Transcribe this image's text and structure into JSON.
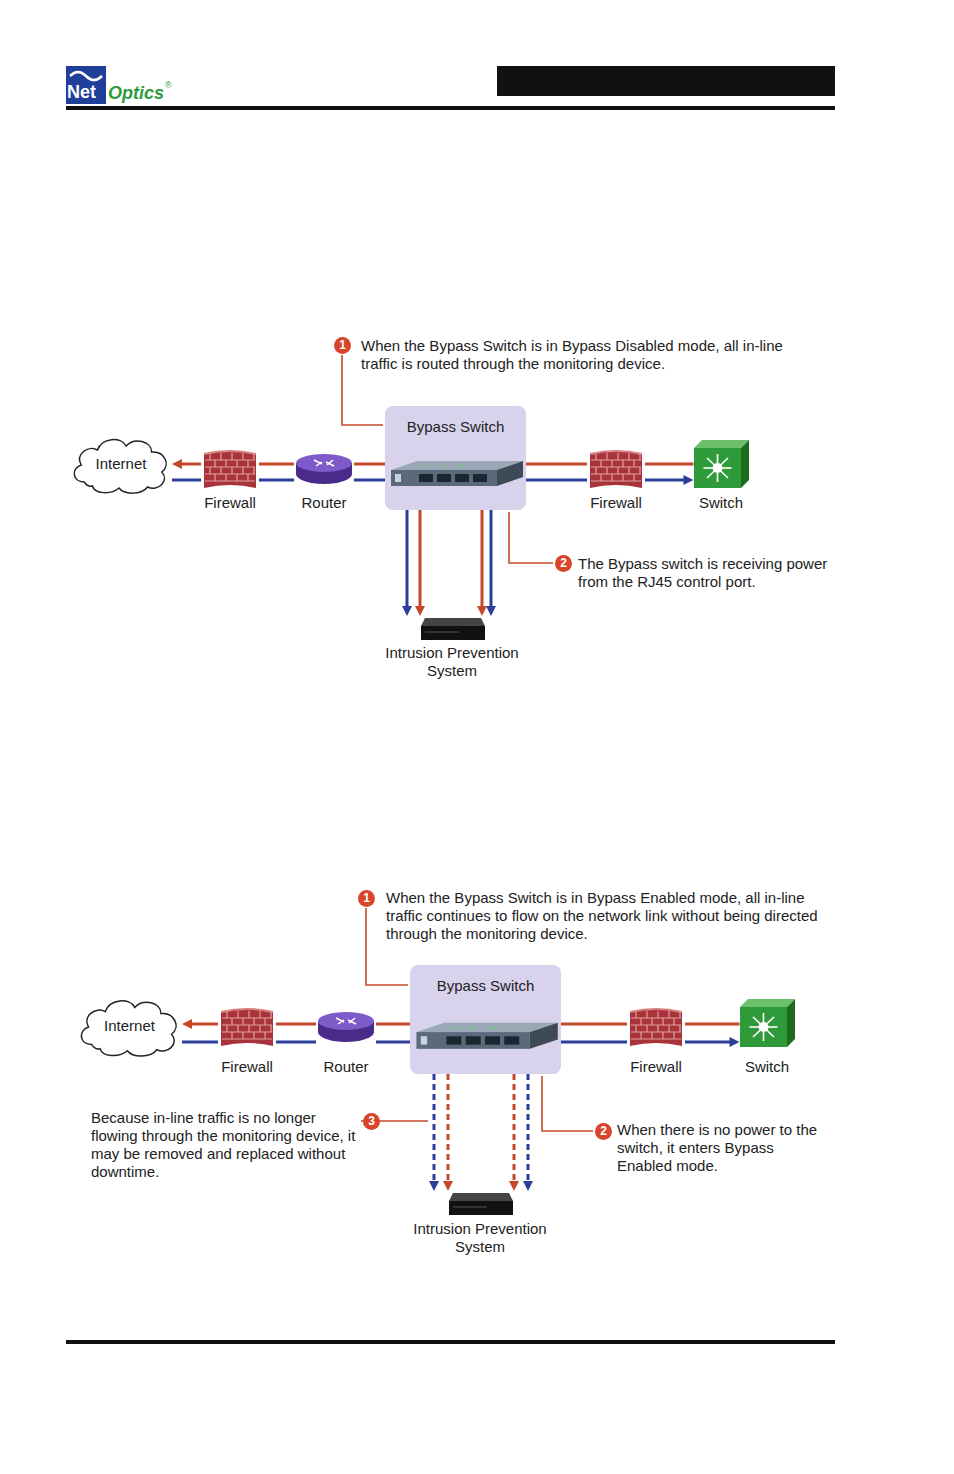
{
  "diagram": {
    "nodes": [
      {
        "text": [
          "Internet"
        ]
      },
      {
        "text": [
          "Firewall"
        ]
      },
      {
        "text": [
          "Router"
        ]
      },
      {
        "text": [
          "Bypass Switch"
        ]
      },
      {
        "text": [
          "Firewall"
        ]
      },
      {
        "text": [
          "Switch"
        ]
      },
      {
        "text": [
          "Intrusion Prevention System"
        ]
      },
      {
        "text": [
          "Internet"
        ]
      },
      {
        "text": [
          "Firewall"
        ]
      },
      {
        "text": [
          "Router"
        ]
      },
      {
        "text": [
          "Bypass Switch"
        ]
      },
      {
        "text": [
          "Firewall"
        ]
      },
      {
        "text": [
          "Switch"
        ]
      },
      {
        "text": [
          "Intrusion Prevention System"
        ]
      }
    ],
    "edges": [
      {
        "from": 1,
        "to": 0,
        "arrow": "to"
      },
      {
        "from": 2,
        "to": 1,
        "arrow": "none"
      },
      {
        "from": 3,
        "to": 2,
        "arrow": "none"
      },
      {
        "from": 4,
        "to": 3,
        "arrow": "none"
      },
      {
        "from": 5,
        "to": 4,
        "arrow": "none"
      },
      {
        "from": 0,
        "to": 1,
        "arrow": "none"
      },
      {
        "from": 1,
        "to": 2,
        "arrow": "none"
      },
      {
        "from": 2,
        "to": 3,
        "arrow": "none"
      },
      {
        "from": 3,
        "to": 4,
        "arrow": "none"
      },
      {
        "from": 4,
        "to": 5,
        "arrow": "to"
      },
      {
        "from": 3,
        "to": 6,
        "arrow": "to"
      },
      {
        "from": 3,
        "to": 6,
        "arrow": "to"
      },
      {
        "from": 3,
        "to": 6,
        "arrow": "to"
      },
      {
        "from": 3,
        "to": 6,
        "arrow": "to"
      },
      {
        "from": 8,
        "to": 7,
        "arrow": "to"
      },
      {
        "from": 9,
        "to": 8,
        "arrow": "none"
      },
      {
        "from": 10,
        "to": 9,
        "arrow": "none"
      },
      {
        "from": 11,
        "to": 10,
        "arrow": "none"
      },
      {
        "from": 12,
        "to": 11,
        "arrow": "none"
      },
      {
        "from": 7,
        "to": 8,
        "arrow": "none"
      },
      {
        "from": 8,
        "to": 9,
        "arrow": "none"
      },
      {
        "from": 9,
        "to": 10,
        "arrow": "none"
      },
      {
        "from": 10,
        "to": 11,
        "arrow": "none"
      },
      {
        "from": 11,
        "to": 12,
        "arrow": "to"
      },
      {
        "from": 10,
        "to": 13,
        "arrow": "to"
      },
      {
        "from": 10,
        "to": 13,
        "arrow": "to"
      },
      {
        "from": 10,
        "to": 13,
        "arrow": "to"
      },
      {
        "from": 10,
        "to": 13,
        "arrow": "to"
      }
    ],
    "labels": [
      "Net",
      "Optics",
      "®",
      "1",
      "When the Bypass Switch is in Bypass Disabled mode, all in-line traffic is routed through the monitoring device.",
      "2",
      "The Bypass switch is receiving power from the RJ45 control port.",
      "1",
      "When the Bypass Switch is in Bypass Enabled mode, all in-line traffic continues to flow on the network link without being directed through the monitoring device.",
      "2",
      "When there is no power to the switch, it enters Bypass Enabled mode.",
      "3",
      "Because in-line traffic is no longer flowing through the monitoring device, it may be removed and replaced without downtime."
    ]
  }
}
